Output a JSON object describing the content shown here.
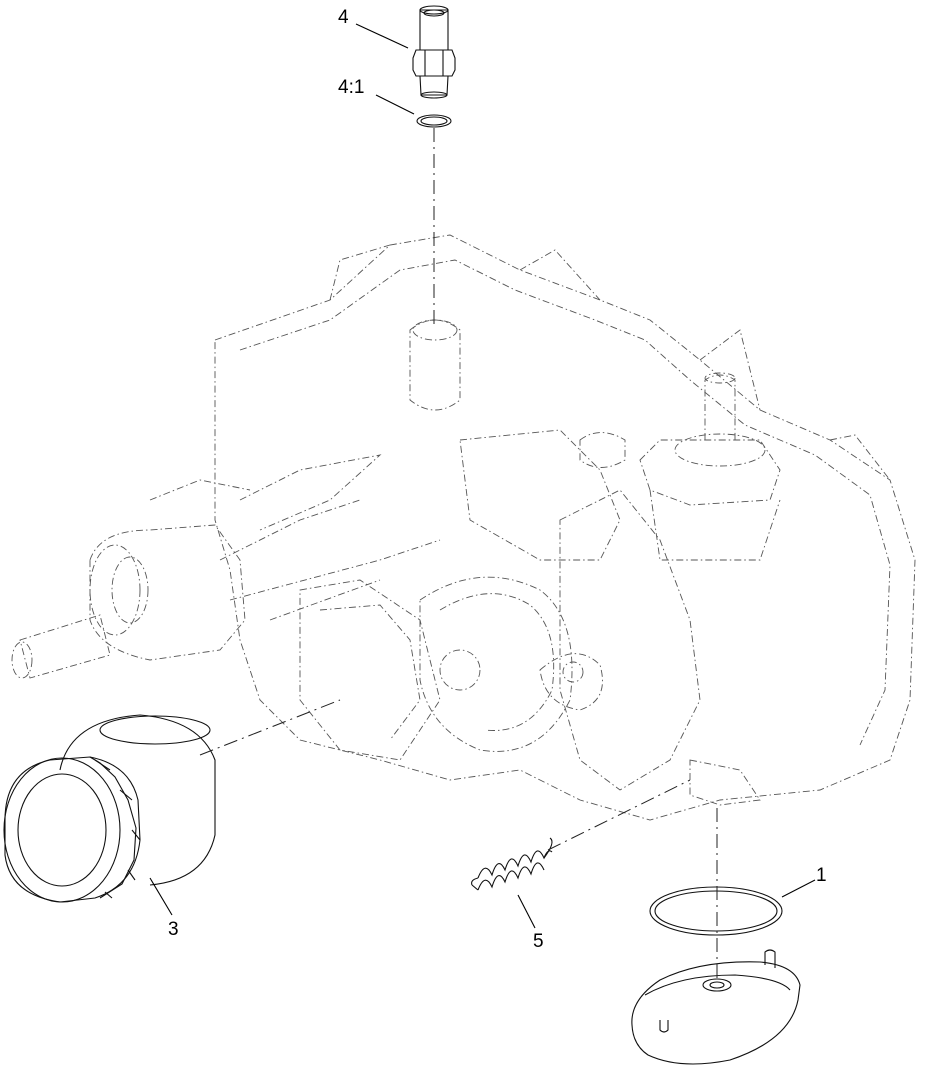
{
  "callouts": [
    {
      "id": "4",
      "label": "4"
    },
    {
      "id": "4-1",
      "label": "4:1"
    },
    {
      "id": "1",
      "label": "1"
    },
    {
      "id": "3",
      "label": "3"
    },
    {
      "id": "5",
      "label": "5"
    }
  ]
}
